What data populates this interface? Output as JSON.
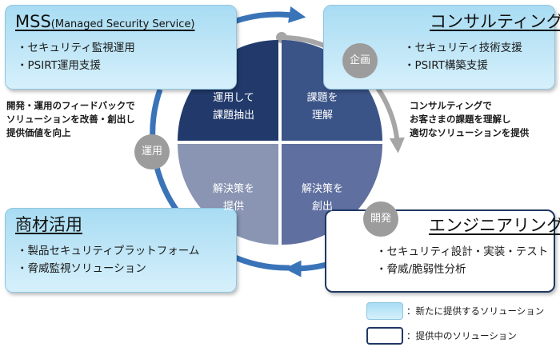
{
  "boxes": {
    "mss": {
      "title_main": "MSS",
      "title_sub": "(Managed Security Service)",
      "items": [
        "・セキュリティ監視運用",
        "・PSIRT運用支援"
      ]
    },
    "consulting": {
      "title": "コンサルティング",
      "items": [
        "・セキュリティ技術支援",
        "・PSIRT構築支援"
      ]
    },
    "products": {
      "title": "商材活用",
      "items": [
        "・製品セキュリティプラットフォーム",
        "・脅威監視ソリューション"
      ]
    },
    "engineering": {
      "title": "エンジニアリング",
      "items": [
        "・セキュリティ設計・実装・テスト",
        "・脅威/脆弱性分析"
      ]
    }
  },
  "descriptions": {
    "left": [
      "開発・運用のフィードバックで",
      "ソリューションを改善・創出し",
      "提供価値を向上"
    ],
    "right": [
      "コンサルティングで",
      "お客さまの課題を理解し",
      "適切なソリューションを提供"
    ]
  },
  "quadrants": {
    "top_left": [
      "運用して",
      "課題抽出"
    ],
    "top_right": [
      "課題を",
      "理解"
    ],
    "bottom_left": [
      "解決策を",
      "提供"
    ],
    "bottom_right": [
      "解決策を",
      "創出"
    ]
  },
  "phases": {
    "plan": "企画",
    "develop": "開発",
    "operate": "運用"
  },
  "legend": {
    "new": "：新たに提供するソリューション",
    "current": "：提供中のソリューション"
  },
  "colors": {
    "quadrant_top_left": "#223a6b",
    "quadrant_top_right": "#3b5488",
    "quadrant_bottom_left": "#8a95b3",
    "quadrant_bottom_right": "#5f6fa0",
    "outer_arc": "#3a74b8",
    "inner_arc": "#a6a6a6",
    "new_box": "#bde5f7",
    "current_box_border": "#1f3864"
  }
}
